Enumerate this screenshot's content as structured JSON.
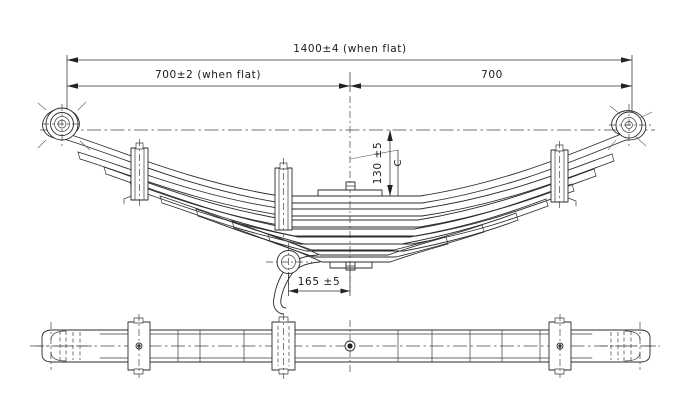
{
  "drawing": {
    "type": "engineering-drawing",
    "subject": "Leaf spring assembly",
    "views": {
      "elevation": "side-elevation-view",
      "plan": "plan-view"
    },
    "dimensions": {
      "overall_length": "1400±4  (when flat)",
      "left_half_length": "700±2  (when flat)",
      "right_half_length": "700",
      "camber_height": "130 ±5",
      "camber_label": "C",
      "hanger_offset": "165 ±5"
    },
    "values": {
      "overall_length_nominal": 1400,
      "overall_length_tolerance": 4,
      "left_half_nominal": 700,
      "left_half_tolerance": 2,
      "right_half_nominal": 700,
      "camber_nominal": 130,
      "camber_tolerance": 5,
      "hanger_offset_nominal": 165,
      "hanger_offset_tolerance": 5,
      "leaf_count": 8
    },
    "components": {
      "left_eye": "left-spring-eye",
      "right_eye": "right-spring-eye",
      "center_bolt": "center-bolt",
      "hanger_eye": "hanger-arm-eye",
      "clamp_left": "rebound-clamp-left",
      "clamp_center": "rebound-clamp-center-left",
      "clamp_right": "rebound-clamp-right"
    },
    "colors": {
      "line": "#2b2b2b",
      "dimension": "#333333",
      "background": "#ffffff",
      "centerline": "#444444"
    }
  }
}
